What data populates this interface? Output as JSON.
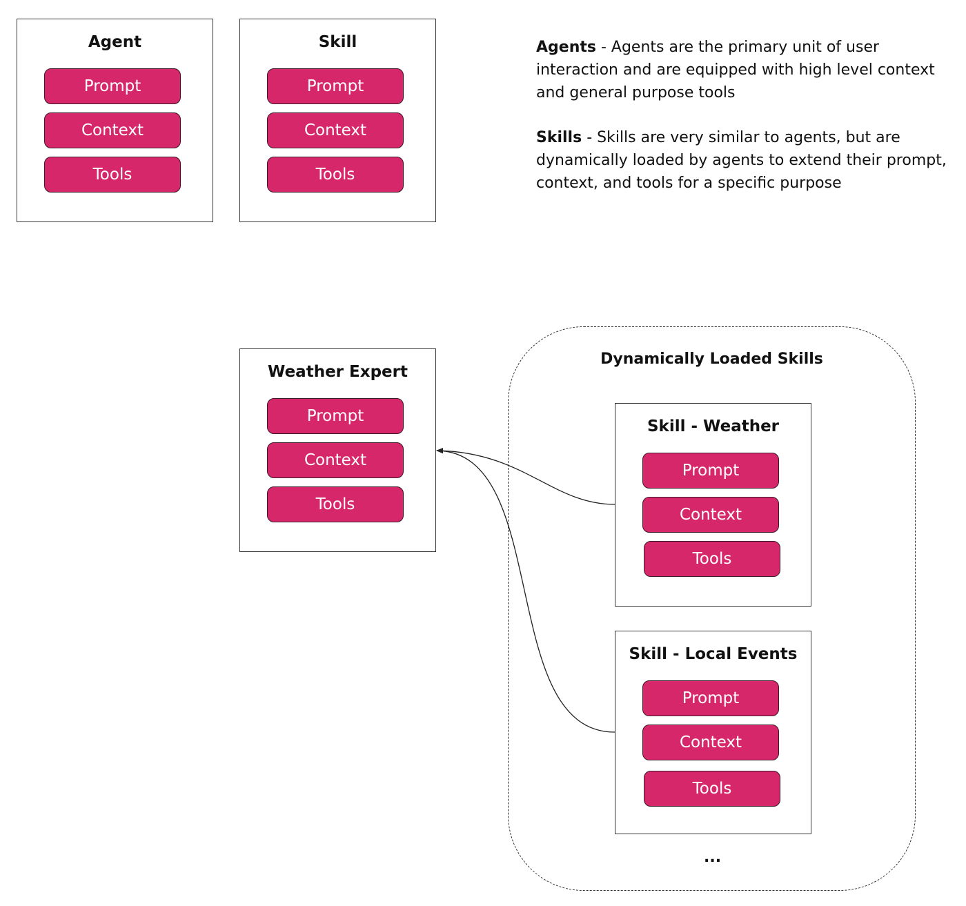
{
  "boxes": {
    "agent": {
      "title": "Agent",
      "items": [
        "Prompt",
        "Context",
        "Tools"
      ]
    },
    "skill": {
      "title": "Skill",
      "items": [
        "Prompt",
        "Context",
        "Tools"
      ]
    },
    "weather_expert": {
      "title": "Weather Expert",
      "items": [
        "Prompt",
        "Context",
        "Tools"
      ]
    },
    "skill_weather": {
      "title": "Skill - Weather",
      "items": [
        "Prompt",
        "Context",
        "Tools"
      ]
    },
    "skill_local_events": {
      "title": "Skill - Local Events",
      "items": [
        "Prompt",
        "Context",
        "Tools"
      ]
    }
  },
  "region": {
    "title": "Dynamically Loaded Skills",
    "ellipsis": "..."
  },
  "descriptions": {
    "agents": {
      "term": "Agents",
      "text": " - Agents are the primary unit of user interaction and are equipped with high level context and general purpose tools"
    },
    "skills": {
      "term": "Skills",
      "text": " - Skills are very similar to agents, but are dynamically loaded by agents to extend their prompt, context, and tools for a specific purpose"
    }
  },
  "colors": {
    "pill_fill": "#d6276a",
    "pill_text": "#ffffff",
    "border": "#333333"
  }
}
